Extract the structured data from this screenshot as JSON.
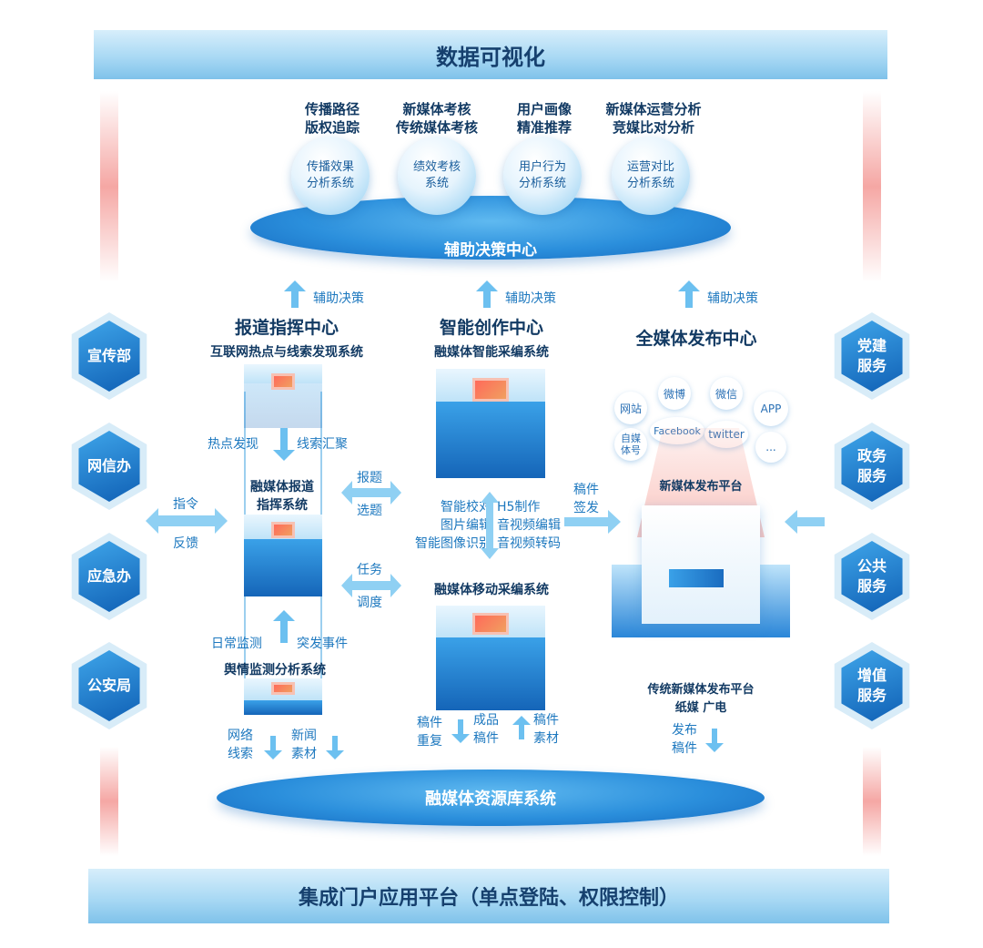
{
  "top_banner": "数据可视化",
  "bottom_banner": "集成门户应用平台（单点登陆、权限控制）",
  "decision": {
    "tags": [
      [
        "传播路径",
        "版权追踪"
      ],
      [
        "新媒体考核",
        "传统媒体考核"
      ],
      [
        "用户画像",
        "精准推荐"
      ],
      [
        "新媒体运营分析",
        "竞媒比对分析"
      ]
    ],
    "systems": [
      [
        "传播效果",
        "分析系统"
      ],
      [
        "绩效考核",
        "系统"
      ],
      [
        "用户行为",
        "分析系统"
      ],
      [
        "运营对比",
        "分析系统"
      ]
    ],
    "platform": "辅助决策中心",
    "up_label": "辅助决策"
  },
  "left_depts": [
    "宣传部",
    "网信办",
    "应急办",
    "公安局"
  ],
  "right_services": [
    [
      "党建",
      "服务"
    ],
    [
      "政务",
      "服务"
    ],
    [
      "公共",
      "服务"
    ],
    [
      "增值",
      "服务"
    ]
  ],
  "report": {
    "title": "报道指挥中心",
    "subtitle": "互联网热点与线索发现系统",
    "hot": "热点发现",
    "clue": "线索汇聚",
    "system": [
      "融媒体报道",
      "指挥系统"
    ],
    "daily": "日常监测",
    "sudden": "突发事件",
    "monitor": "舆情监测分析系统",
    "cmd": "指令",
    "feedback": "反馈",
    "net_clue": [
      "网络",
      "线索"
    ],
    "news": [
      "新闻",
      "素材"
    ]
  },
  "links": {
    "baoti": "报题",
    "xuanti": "选题",
    "renwu": "任务",
    "diaodu": "调度"
  },
  "create": {
    "title": "智能创作中心",
    "subtitle": "融媒体智能采编系统",
    "left_tools": [
      "智能校对",
      "图片编辑",
      "智能图像识别"
    ],
    "right_tools": [
      "H5制作",
      "音视频编辑",
      "音视频转码"
    ],
    "mobile": "融媒体移动采编系统",
    "repeat": [
      "稿件",
      "重复"
    ],
    "product": [
      "成品",
      "稿件"
    ],
    "material": [
      "稿件",
      "素材"
    ]
  },
  "publish": {
    "title": "全媒体发布中心",
    "channels": [
      "网站",
      "微博",
      "微信",
      "APP",
      "自媒体号",
      "Facebook",
      "twitter",
      "..."
    ],
    "new_platform": "新媒体发布平台",
    "sign": [
      "稿件",
      "签发"
    ],
    "trad": [
      "传统新媒体发布平台",
      "纸媒  广电"
    ],
    "pub": [
      "发布",
      "稿件"
    ]
  },
  "resource": "融媒体资源库系统"
}
